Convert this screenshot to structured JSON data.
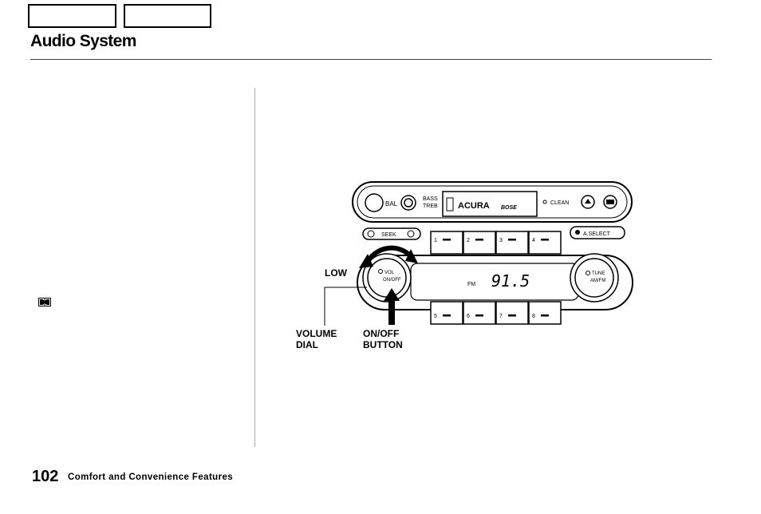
{
  "header": {
    "title": "Audio System"
  },
  "diagram": {
    "brand": "ACURA",
    "bose": "BOSE",
    "bal": "BAL",
    "bass": "BASS",
    "treb": "TREB",
    "clean": "CLEAN",
    "seek": "SEEK",
    "a_select": "A.SELECT",
    "presets_top": [
      "1",
      "2",
      "3",
      "4"
    ],
    "presets_bottom": [
      "5",
      "6",
      "7",
      "8"
    ],
    "band": "FM",
    "frequency": "91.5",
    "vol": "VOL",
    "on_off": "ON/OFF",
    "tune": "TUNE",
    "am_fm": "AM/FM",
    "label_low": "LOW",
    "label_volume_dial": "VOLUME\nDIAL",
    "label_onoff_button": "ON/OFF\nBUTTON"
  },
  "footer": {
    "page_number": "102",
    "section": "Comfort and Convenience Features"
  }
}
